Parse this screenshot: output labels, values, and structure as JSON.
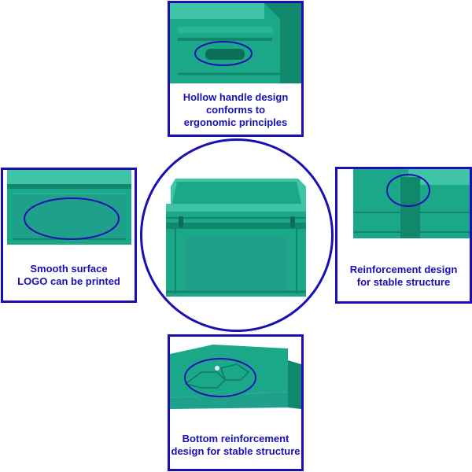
{
  "colors": {
    "accent": "#1a0fb4",
    "crate": "#1aa889",
    "crate_dark": "#11876c",
    "crate_light": "#40c4a6"
  },
  "panels": {
    "top": {
      "icon": "crate-handle-closeup",
      "caption_lines": [
        "Hollow handle design",
        "conforms to",
        "ergonomic principles"
      ]
    },
    "left": {
      "icon": "crate-side-closeup",
      "caption_lines": [
        "Smooth surface",
        "LOGO can be printed"
      ]
    },
    "right": {
      "icon": "crate-corner-closeup",
      "caption_lines": [
        "Reinforcement design",
        "for stable structure"
      ]
    },
    "bottom": {
      "icon": "crate-bottom-closeup",
      "caption_lines": [
        "Bottom reinforcement",
        "design for stable structure"
      ]
    },
    "center": {
      "icon": "plastic-crate"
    }
  }
}
